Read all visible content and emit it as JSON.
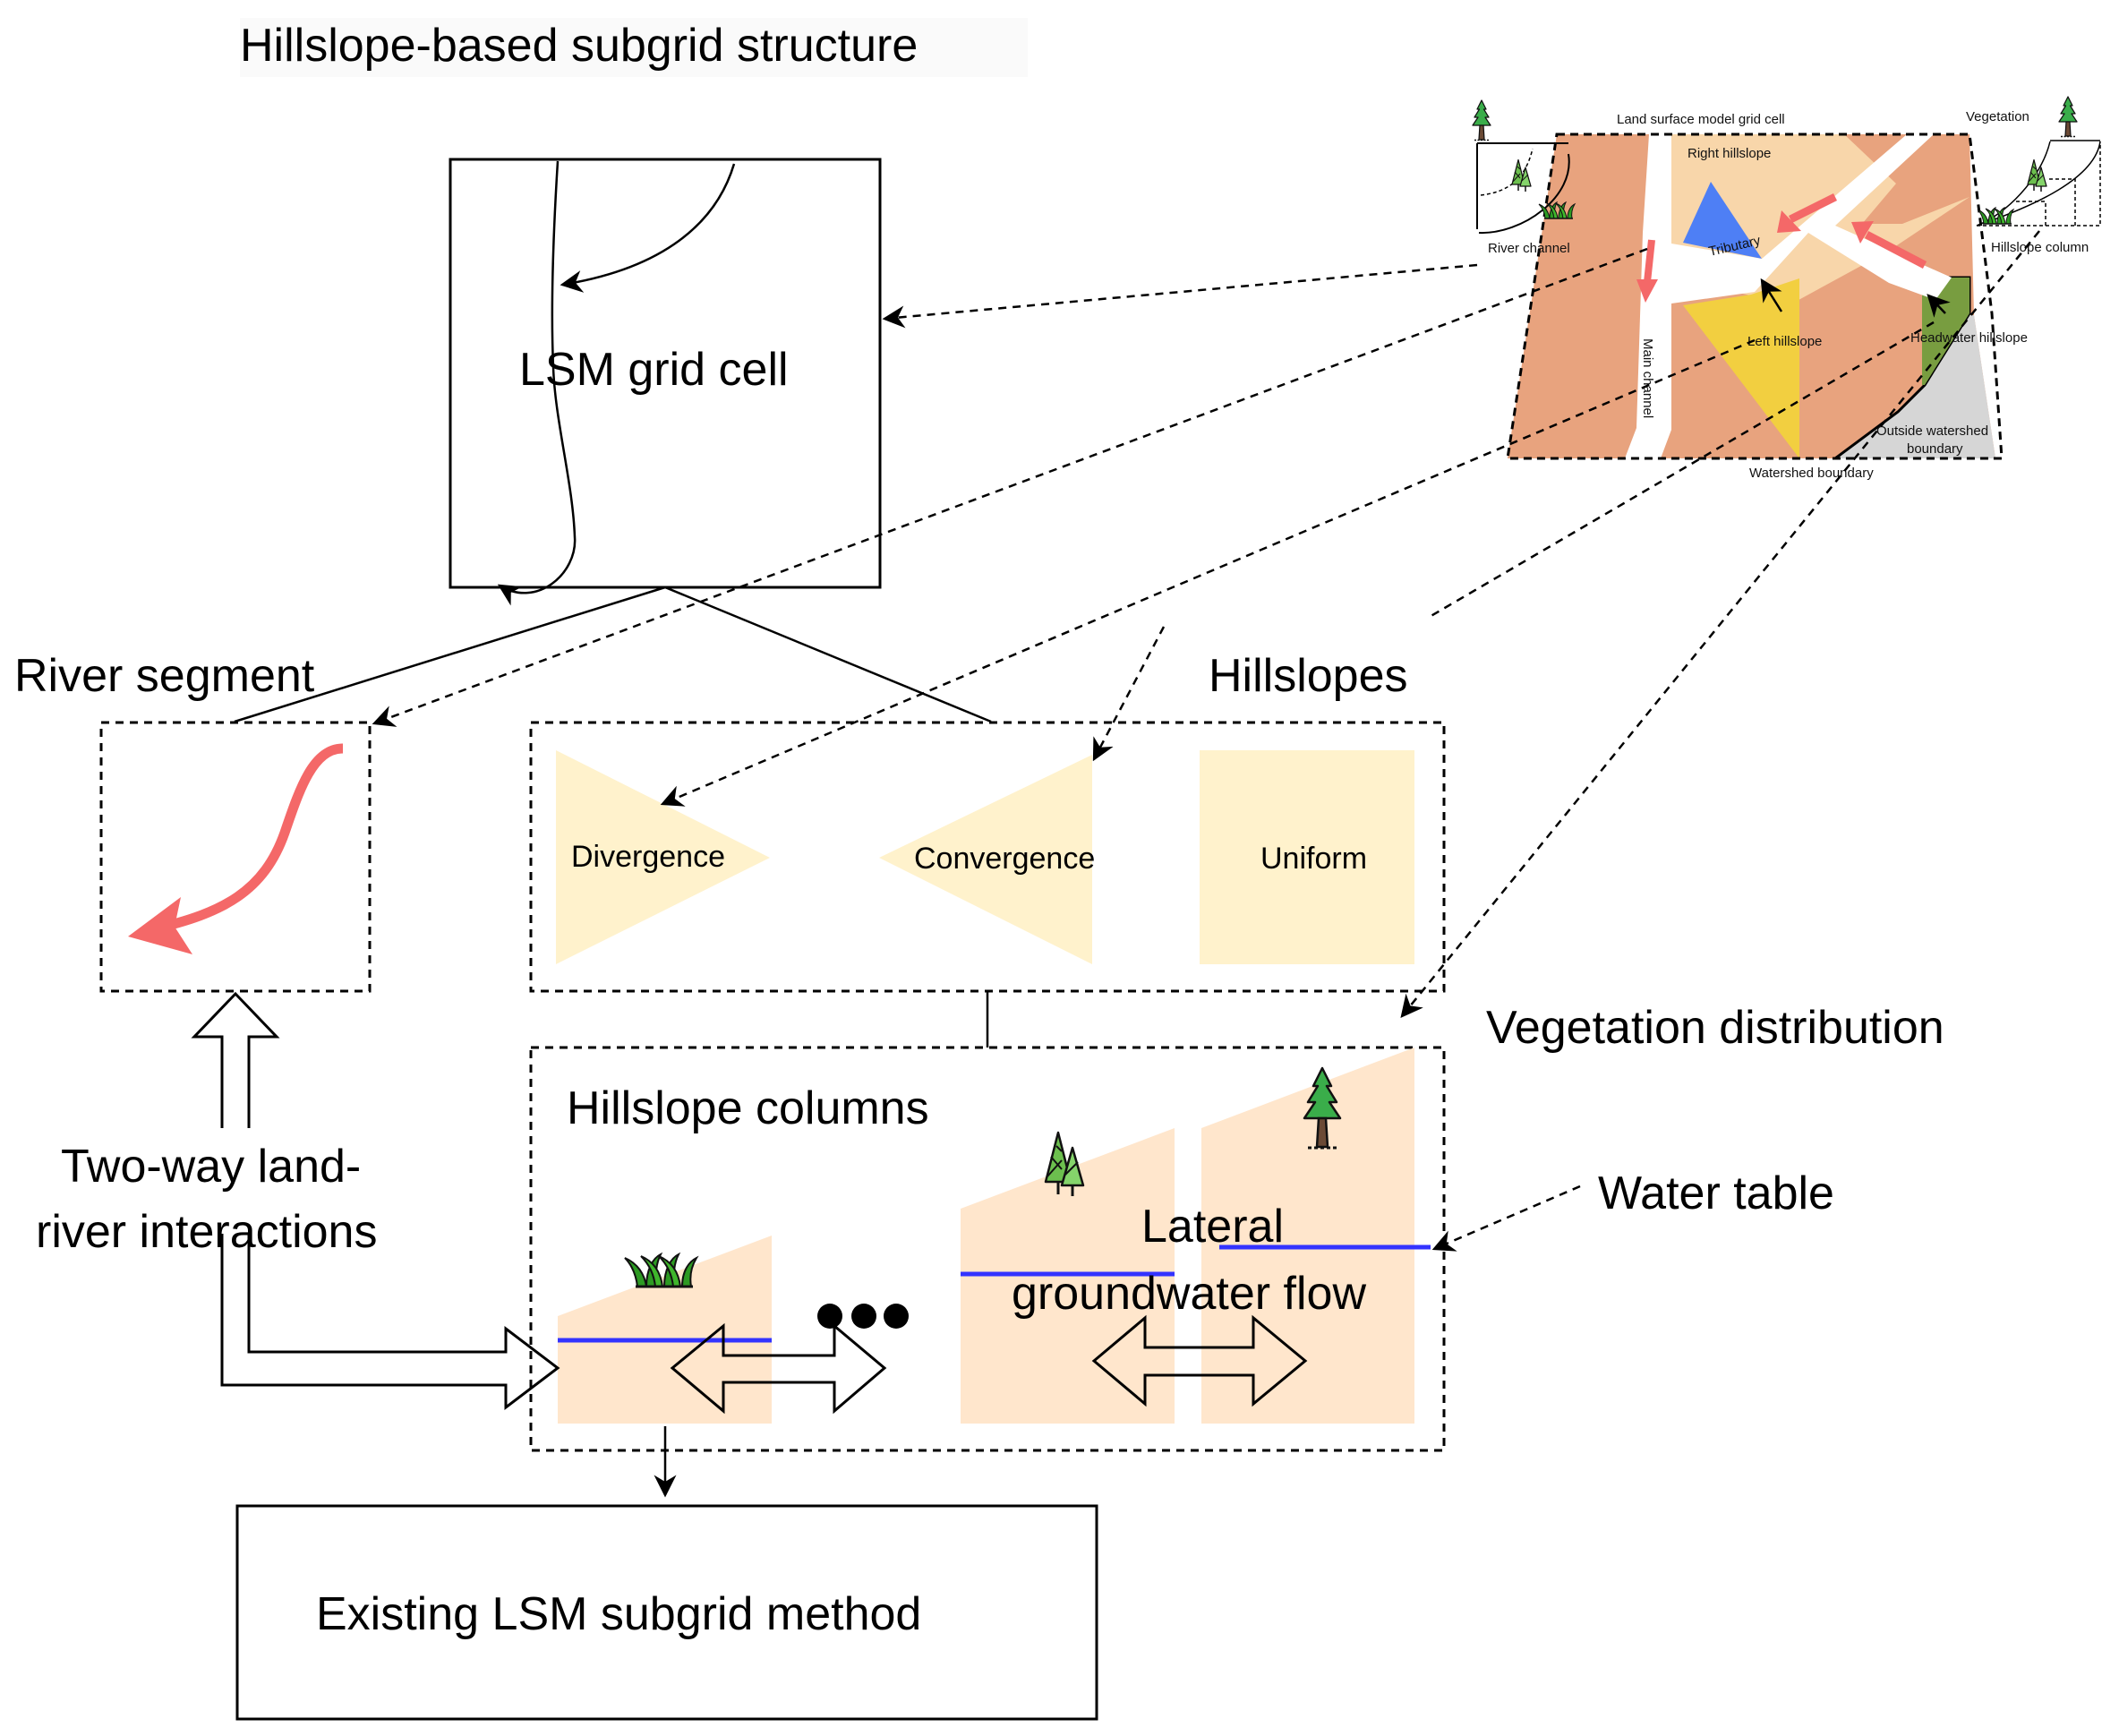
{
  "title": "Hillslope-based subgrid structure",
  "lsm_cell": {
    "label": "LSM grid cell"
  },
  "river_segment": {
    "label": "River segment"
  },
  "hillslopes": {
    "label": "Hillslopes",
    "shapes": [
      {
        "id": "divergence",
        "label": "Divergence"
      },
      {
        "id": "convergence",
        "label": "Convergence"
      },
      {
        "id": "uniform",
        "label": "Uniform"
      }
    ]
  },
  "hillslope_columns": {
    "label": "Hillslope columns",
    "lateral_flow_label_line1": "Lateral",
    "lateral_flow_label_line2": "groundwater flow",
    "ellipsis": "•••"
  },
  "vegetation_distribution": {
    "label": "Vegetation distribution"
  },
  "water_table": {
    "label": "Water table"
  },
  "land_river": {
    "label_line1": "Two-way land-",
    "label_line2": "river interactions"
  },
  "existing_method": {
    "label": "Existing LSM subgrid method"
  },
  "inset": {
    "grid_cell_label": "Land surface model grid cell",
    "vegetation_label": "Vegetation",
    "river_channel_label": "River channel",
    "hillslope_column_label": "Hillslope column",
    "right_hillslope_label": "Right hillslope",
    "tributary_label": "Tributary",
    "left_hillslope_label": "Left hillslope",
    "headwater_hillslope_label": "Headwater hillslope",
    "main_channel_label": "Main channel",
    "outside_watershed_label_line1": "Outside watershed",
    "outside_watershed_label_line2": "boundary",
    "watershed_boundary_label": "Watershed boundary"
  },
  "colors": {
    "hillslope_fill": "#fff2cc",
    "column_fill": "#ffe6cc",
    "water_table": "#3333ff",
    "river_arrow": "#f46868",
    "terrain": "#e8a37e",
    "terrain_light": "#f8d6aa",
    "right_hillslope": "#4e7ff5",
    "left_hillslope": "#f2cf40",
    "headwater": "#789d40",
    "outside": "#d6d6d6",
    "tree_dark": "#3aad4a",
    "tree_light": "#6cbf4e"
  }
}
